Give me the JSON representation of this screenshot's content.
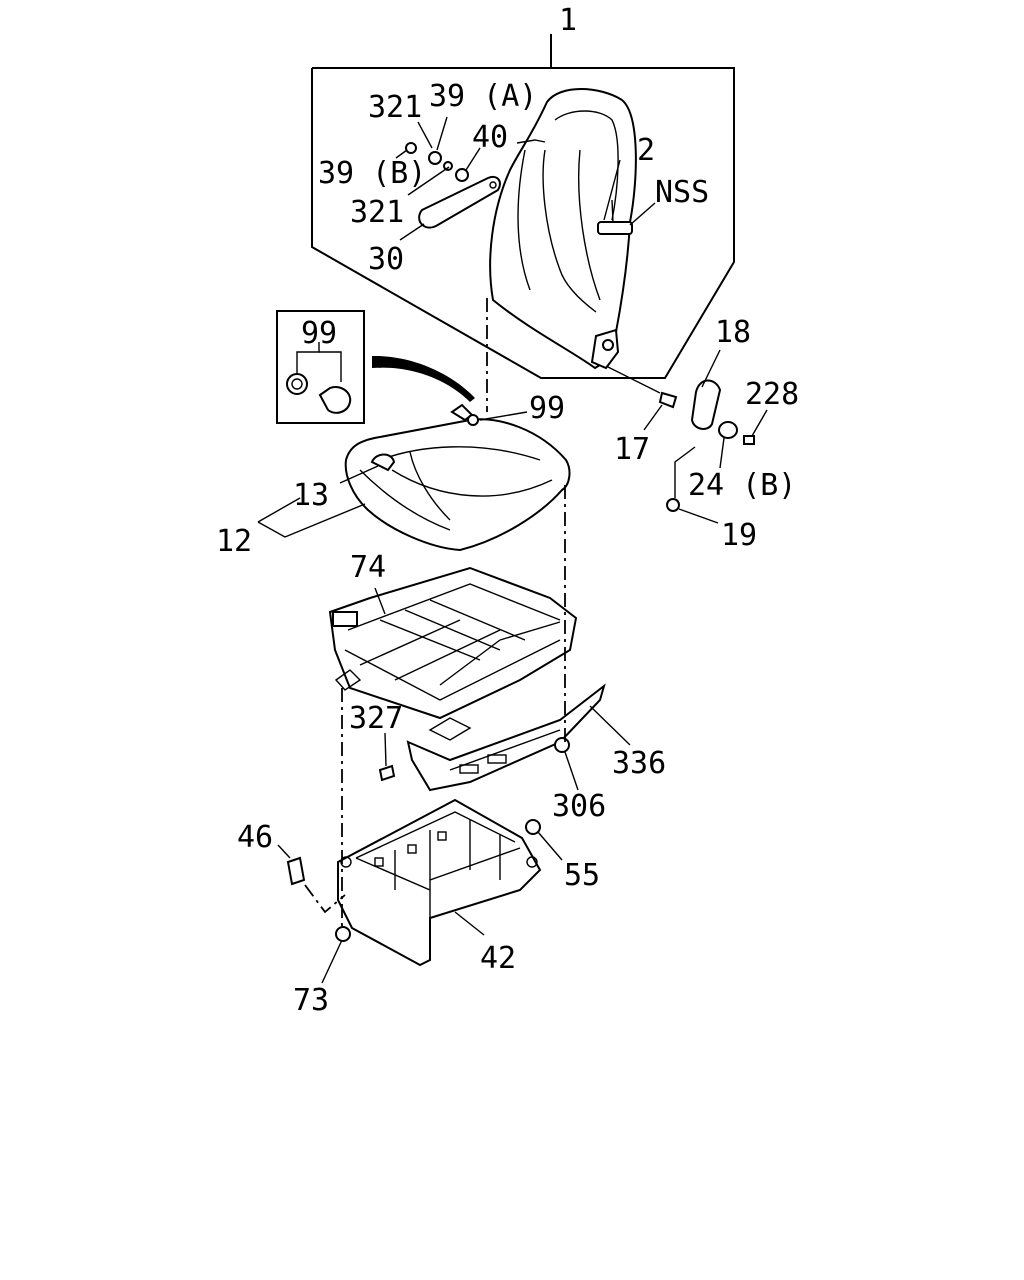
{
  "callouts": {
    "p1": "1",
    "p2": "2",
    "nss": "NSS",
    "p321a": "321",
    "p39a": "39 (A)",
    "p40": "40",
    "p39b": "39 (B)",
    "p321b": "321",
    "p30": "30",
    "p99box": "99",
    "p99": "99",
    "p18": "18",
    "p228": "228",
    "p17": "17",
    "p24b": "24 (B)",
    "p13": "13",
    "p12": "12",
    "p19": "19",
    "p74": "74",
    "p327": "327",
    "p336": "336",
    "p306": "306",
    "p46": "46",
    "p55": "55",
    "p42": "42",
    "p73": "73"
  }
}
